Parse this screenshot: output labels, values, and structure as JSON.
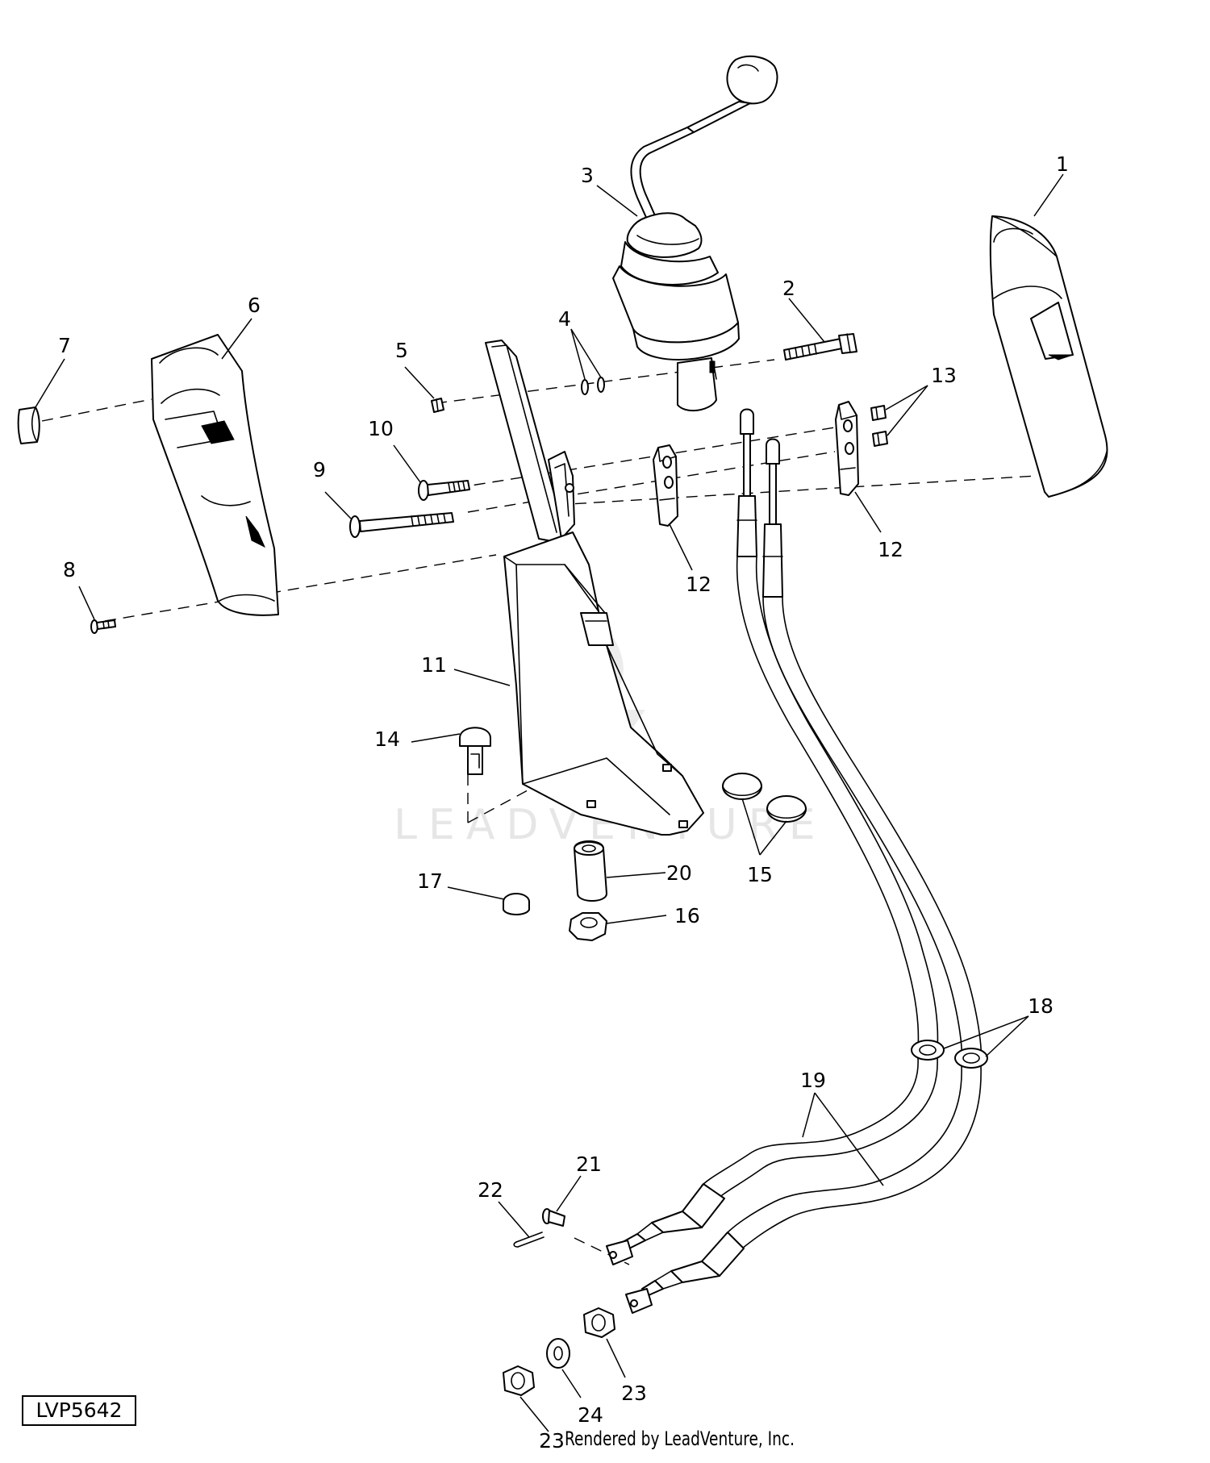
{
  "diagram_id": "LVP5642",
  "credit": "Rendered by LeadVenture, Inc.",
  "watermark": "LEADVENTURE",
  "callouts": [
    "1",
    "2",
    "3",
    "4",
    "5",
    "6",
    "7",
    "8",
    "9",
    "10",
    "11",
    "12",
    "12",
    "13",
    "14",
    "15",
    "16",
    "17",
    "18",
    "19",
    "20",
    "21",
    "22",
    "23",
    "23",
    "24"
  ]
}
